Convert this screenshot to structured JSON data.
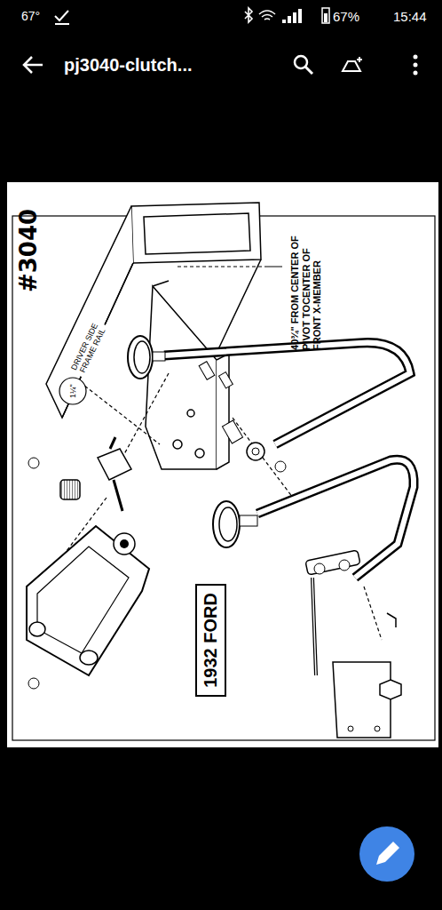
{
  "diagram": {
    "title": "pj3040-clutch...",
    "nodes": [
      {
        "text": [
          "1932 FORD"
        ]
      }
    ],
    "labels": [
      "67°",
      "67%",
      "15:44",
      "#3040",
      "DRIVER SIDE FRAME RAIL",
      "1¼\"",
      "40¾\" FROM CENTER OF PIVOT TOCENTER OF FRONT X-MEMBER"
    ]
  }
}
